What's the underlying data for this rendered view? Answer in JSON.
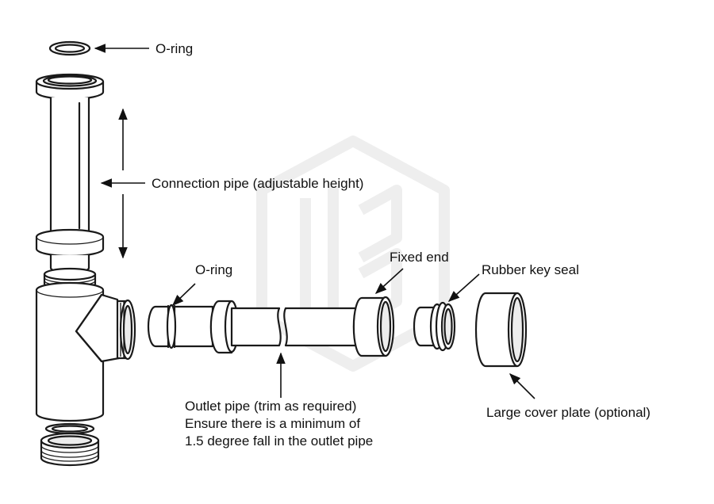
{
  "labels": {
    "top_oring": "O-ring",
    "connection_pipe": "Connection pipe (adjustable height)",
    "oring": "O-ring",
    "fixed_end": "Fixed end",
    "rubber_key_seal": "Rubber key seal",
    "outlet_pipe_line1": "Outlet pipe (trim as required)",
    "outlet_pipe_line2": "Ensure there is a minimum of",
    "outlet_pipe_line3": "1.5 degree fall in the outlet pipe",
    "cover_plate": "Large cover plate (optional)"
  }
}
